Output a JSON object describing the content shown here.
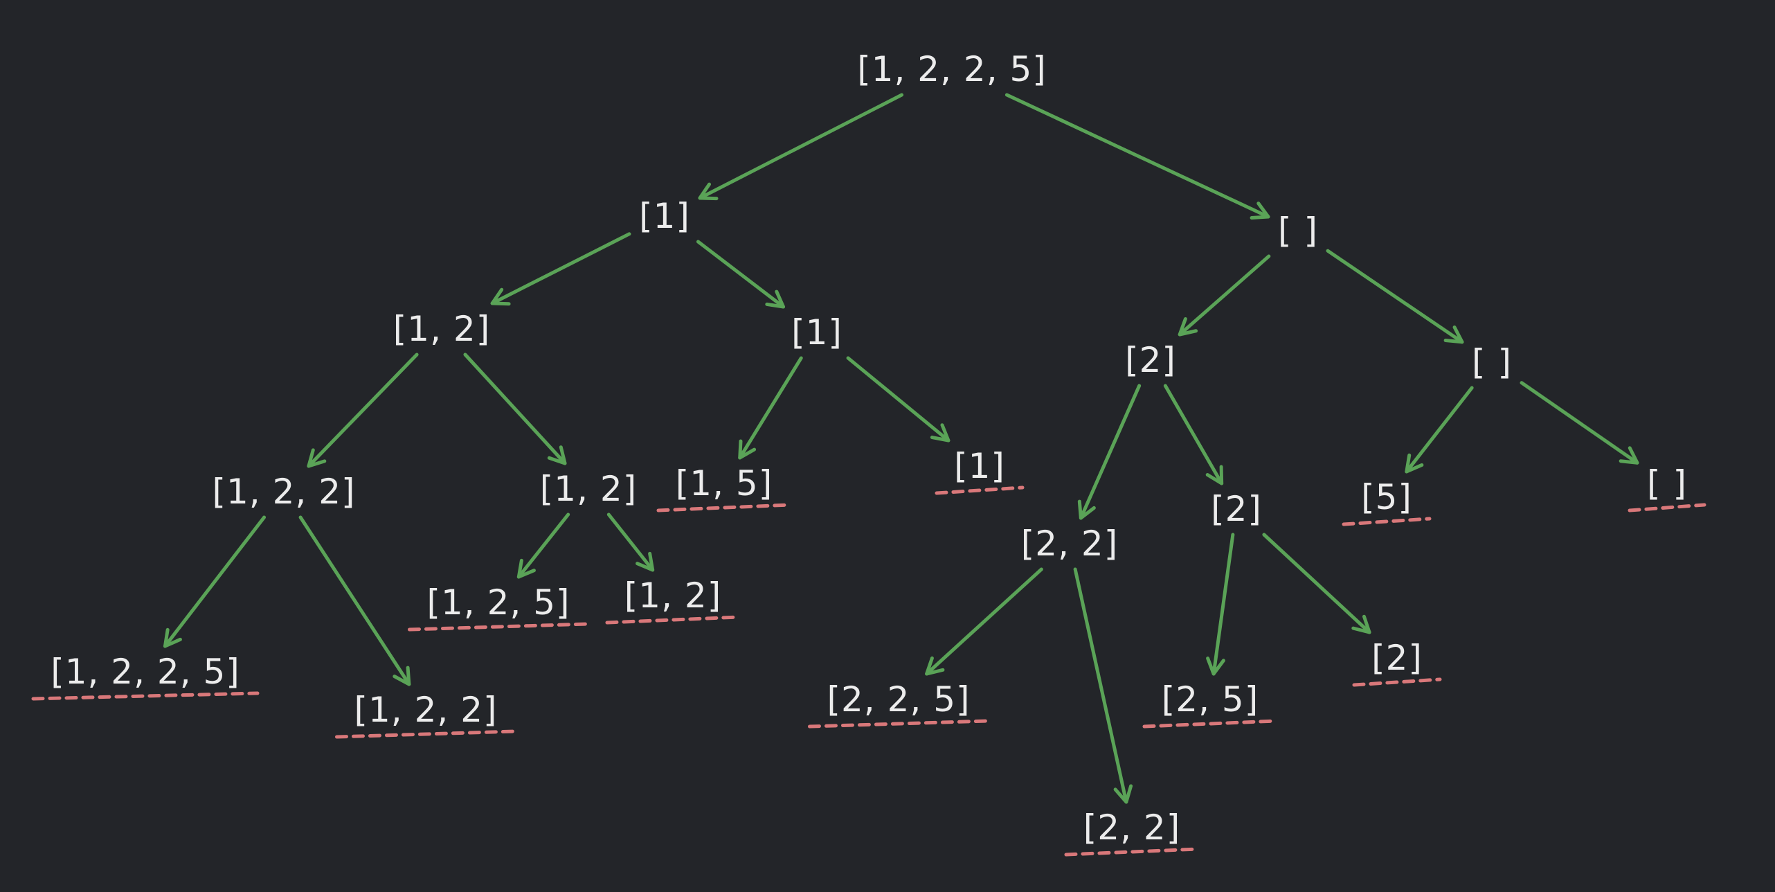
{
  "colors": {
    "background": "#232529",
    "node_text": "#ececec",
    "arrow": "#5aa357",
    "leaf_underline": "#d9787a"
  },
  "nodes": [
    {
      "id": "n0",
      "label": "[1, 2, 2, 5]",
      "leaf": false
    },
    {
      "id": "n1",
      "label": "[1]",
      "leaf": false
    },
    {
      "id": "n2",
      "label": "[ ]",
      "leaf": false
    },
    {
      "id": "n3",
      "label": "[1, 2]",
      "leaf": false
    },
    {
      "id": "n4",
      "label": "[1]",
      "leaf": false
    },
    {
      "id": "n5",
      "label": "[2]",
      "leaf": false
    },
    {
      "id": "n6",
      "label": "[ ]",
      "leaf": false
    },
    {
      "id": "n7",
      "label": "[1, 2, 2]",
      "leaf": false
    },
    {
      "id": "n8",
      "label": "[1, 2]",
      "leaf": false
    },
    {
      "id": "n9",
      "label": "[1, 5]",
      "leaf": true
    },
    {
      "id": "n10",
      "label": "[1]",
      "leaf": true
    },
    {
      "id": "n11",
      "label": "[2, 2]",
      "leaf": false
    },
    {
      "id": "n12",
      "label": "[2]",
      "leaf": false
    },
    {
      "id": "n13",
      "label": "[5]",
      "leaf": true
    },
    {
      "id": "n14",
      "label": "[ ]",
      "leaf": true
    },
    {
      "id": "n15",
      "label": "[1, 2, 2, 5]",
      "leaf": true
    },
    {
      "id": "n16",
      "label": "[1, 2, 2]",
      "leaf": true
    },
    {
      "id": "n17",
      "label": "[1, 2, 5]",
      "leaf": true
    },
    {
      "id": "n18",
      "label": "[1, 2]",
      "leaf": true
    },
    {
      "id": "n19",
      "label": "[2, 2, 5]",
      "leaf": true
    },
    {
      "id": "n20",
      "label": "[2, 2]",
      "leaf": true
    },
    {
      "id": "n21",
      "label": "[2, 5]",
      "leaf": true
    },
    {
      "id": "n22",
      "label": "[2]",
      "leaf": true
    }
  ],
  "edges": [
    [
      "n0",
      "n1"
    ],
    [
      "n0",
      "n2"
    ],
    [
      "n1",
      "n3"
    ],
    [
      "n1",
      "n4"
    ],
    [
      "n2",
      "n5"
    ],
    [
      "n2",
      "n6"
    ],
    [
      "n3",
      "n7"
    ],
    [
      "n3",
      "n8"
    ],
    [
      "n4",
      "n9"
    ],
    [
      "n4",
      "n10"
    ],
    [
      "n5",
      "n11"
    ],
    [
      "n5",
      "n12"
    ],
    [
      "n6",
      "n13"
    ],
    [
      "n6",
      "n14"
    ],
    [
      "n7",
      "n15"
    ],
    [
      "n7",
      "n16"
    ],
    [
      "n8",
      "n17"
    ],
    [
      "n8",
      "n18"
    ],
    [
      "n11",
      "n19"
    ],
    [
      "n11",
      "n20"
    ],
    [
      "n12",
      "n21"
    ],
    [
      "n12",
      "n22"
    ]
  ]
}
